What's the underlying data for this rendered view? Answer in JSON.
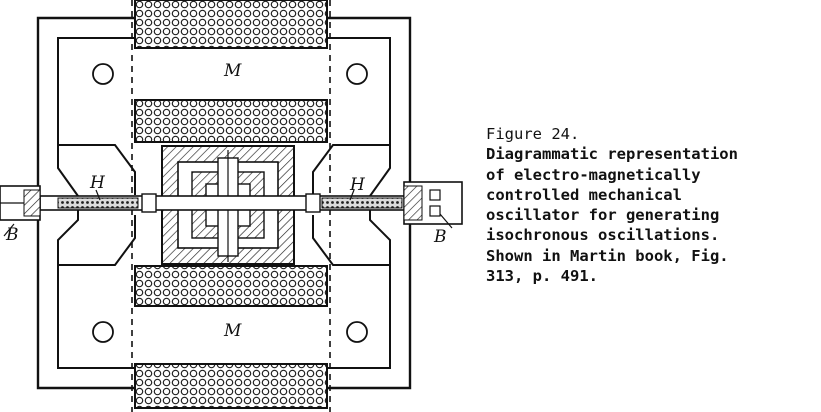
{
  "figure": {
    "labels": {
      "magnet_top": "M",
      "magnet_bottom": "M",
      "bearing_left": "H",
      "bearing_right": "H",
      "shaft_left": "B",
      "shaft_right": "B"
    }
  },
  "caption": {
    "heading": "Figure 24.",
    "text": "Diagrammatic representation\nof electro-magnetically\ncontrolled mechanical\noscillator for generating\nisochronous oscillations.\nShown in Martin book, Fig.\n313, p. 491."
  }
}
